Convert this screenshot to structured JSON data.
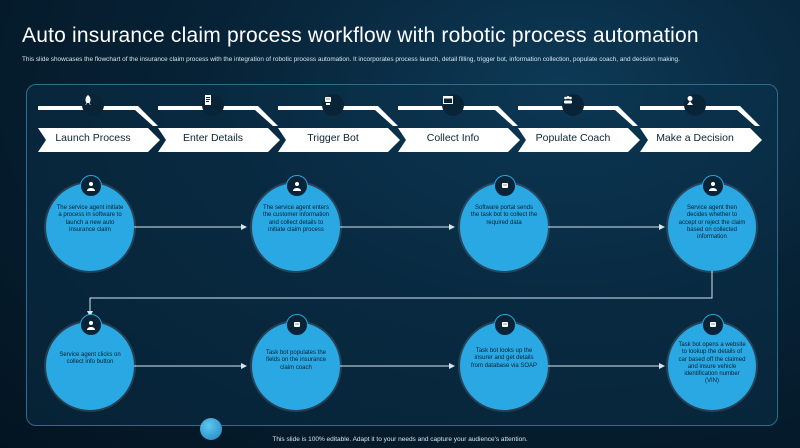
{
  "header": {
    "title": "Auto insurance claim process workflow with robotic process automation",
    "subtitle": "This slide showcases the flowchart of the insurance claim process with the integration of robotic process automation. It incorporates process launch, detail filling, trigger bot, information collection, populate coach, and decision making."
  },
  "steps": [
    {
      "label": "Launch Process",
      "icon": "rocket-icon"
    },
    {
      "label": "Enter Details",
      "icon": "document-icon"
    },
    {
      "label": "Trigger Bot",
      "icon": "robot-icon"
    },
    {
      "label": "Collect Info",
      "icon": "browser-icon"
    },
    {
      "label": "Populate Coach",
      "icon": "team-icon"
    },
    {
      "label": "Make a Decision",
      "icon": "decision-icon"
    }
  ],
  "flow": {
    "row1": [
      {
        "text": "The service agent initiate a process in software to launch a new auto insurance claim",
        "icon": "person-icon"
      },
      {
        "text": "The service agent enters the customer information and collect details to initiate claim process",
        "icon": "person-icon"
      },
      {
        "text": "Software portal sends the task bot to collect the required data",
        "icon": "robot-icon"
      },
      {
        "text": "Service agent then decides whether to accept or reject the claim based on collected information",
        "icon": "person-icon"
      }
    ],
    "row2": [
      {
        "text": "Service agent clicks on collect info button",
        "icon": "person-icon"
      },
      {
        "text": "Task bot populates the fields on the insurance claim coach",
        "icon": "robot-icon"
      },
      {
        "text": "Task bot looks up the insurer and get details from database via SOAP",
        "icon": "robot-icon"
      },
      {
        "text": "Task bot opens a website to lookup the details of car based off the claimed and insure vehicle identification number (VIN)",
        "icon": "robot-icon"
      }
    ]
  },
  "footer": {
    "text": "This slide is 100% editable. Adapt it to your needs and capture your audience's attention."
  },
  "colors": {
    "background": "#072236",
    "accent": "#29a8e3",
    "chevron": "#ffffff"
  }
}
